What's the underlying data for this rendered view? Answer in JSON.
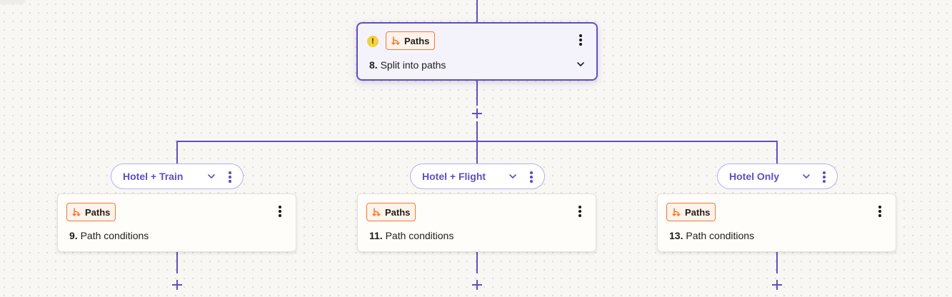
{
  "main_step": {
    "app_label": "Paths",
    "warning_icon": "exclamation-icon",
    "number": "8.",
    "title": "Split into paths"
  },
  "paths": [
    {
      "label": "Hotel + Train"
    },
    {
      "label": "Hotel + Flight"
    },
    {
      "label": "Hotel Only"
    }
  ],
  "steps": [
    {
      "app_label": "Paths",
      "number": "9.",
      "title": "Path conditions"
    },
    {
      "app_label": "Paths",
      "number": "11.",
      "title": "Path conditions"
    },
    {
      "app_label": "Paths",
      "number": "13.",
      "title": "Path conditions"
    }
  ],
  "colors": {
    "accent": "#5f4fc1",
    "paths_orange": "#f07a36",
    "warning_yellow": "#f2d23f",
    "canvas_bg": "#f8f7f4"
  }
}
